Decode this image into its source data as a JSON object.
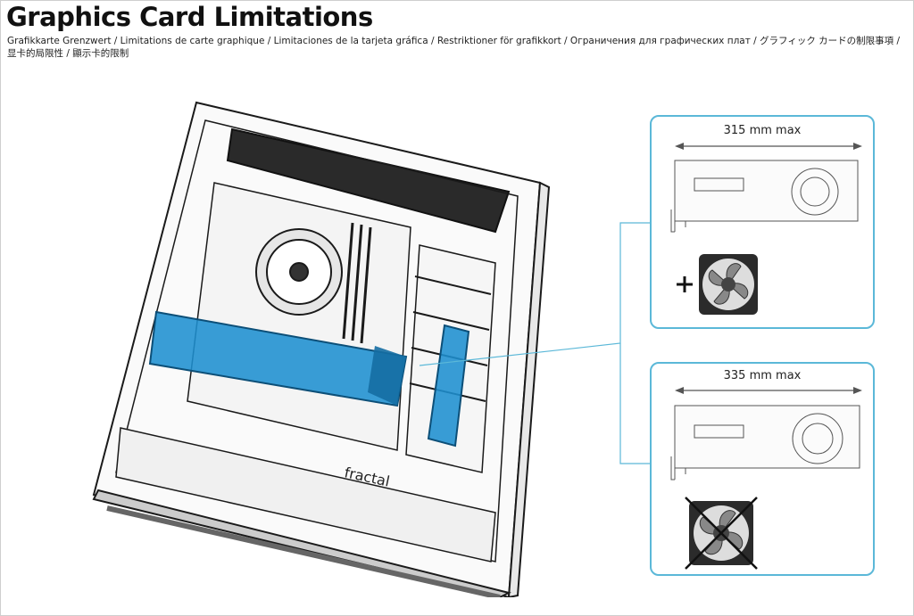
{
  "title": "Graphics Card Limitations",
  "subtitle": "Grafikkarte Grenzwert / Limitations de carte graphique / Limitaciones de la tarjeta gráfica / Restriktioner för grafikkort / Ограничения для графических плат / グラフィック カードの制限事項 / 显卡的局限性 / 顯示卡的限制",
  "panels": [
    {
      "dimension": "315 mm max",
      "fan_option": "plus-fan-icon"
    },
    {
      "dimension": "335 mm max",
      "fan_option": "crossed-fan-icon"
    }
  ],
  "case_brand_logo": "fractal",
  "colors": {
    "highlight": "#1e8fd0",
    "panel_border": "#5bb8d8"
  }
}
